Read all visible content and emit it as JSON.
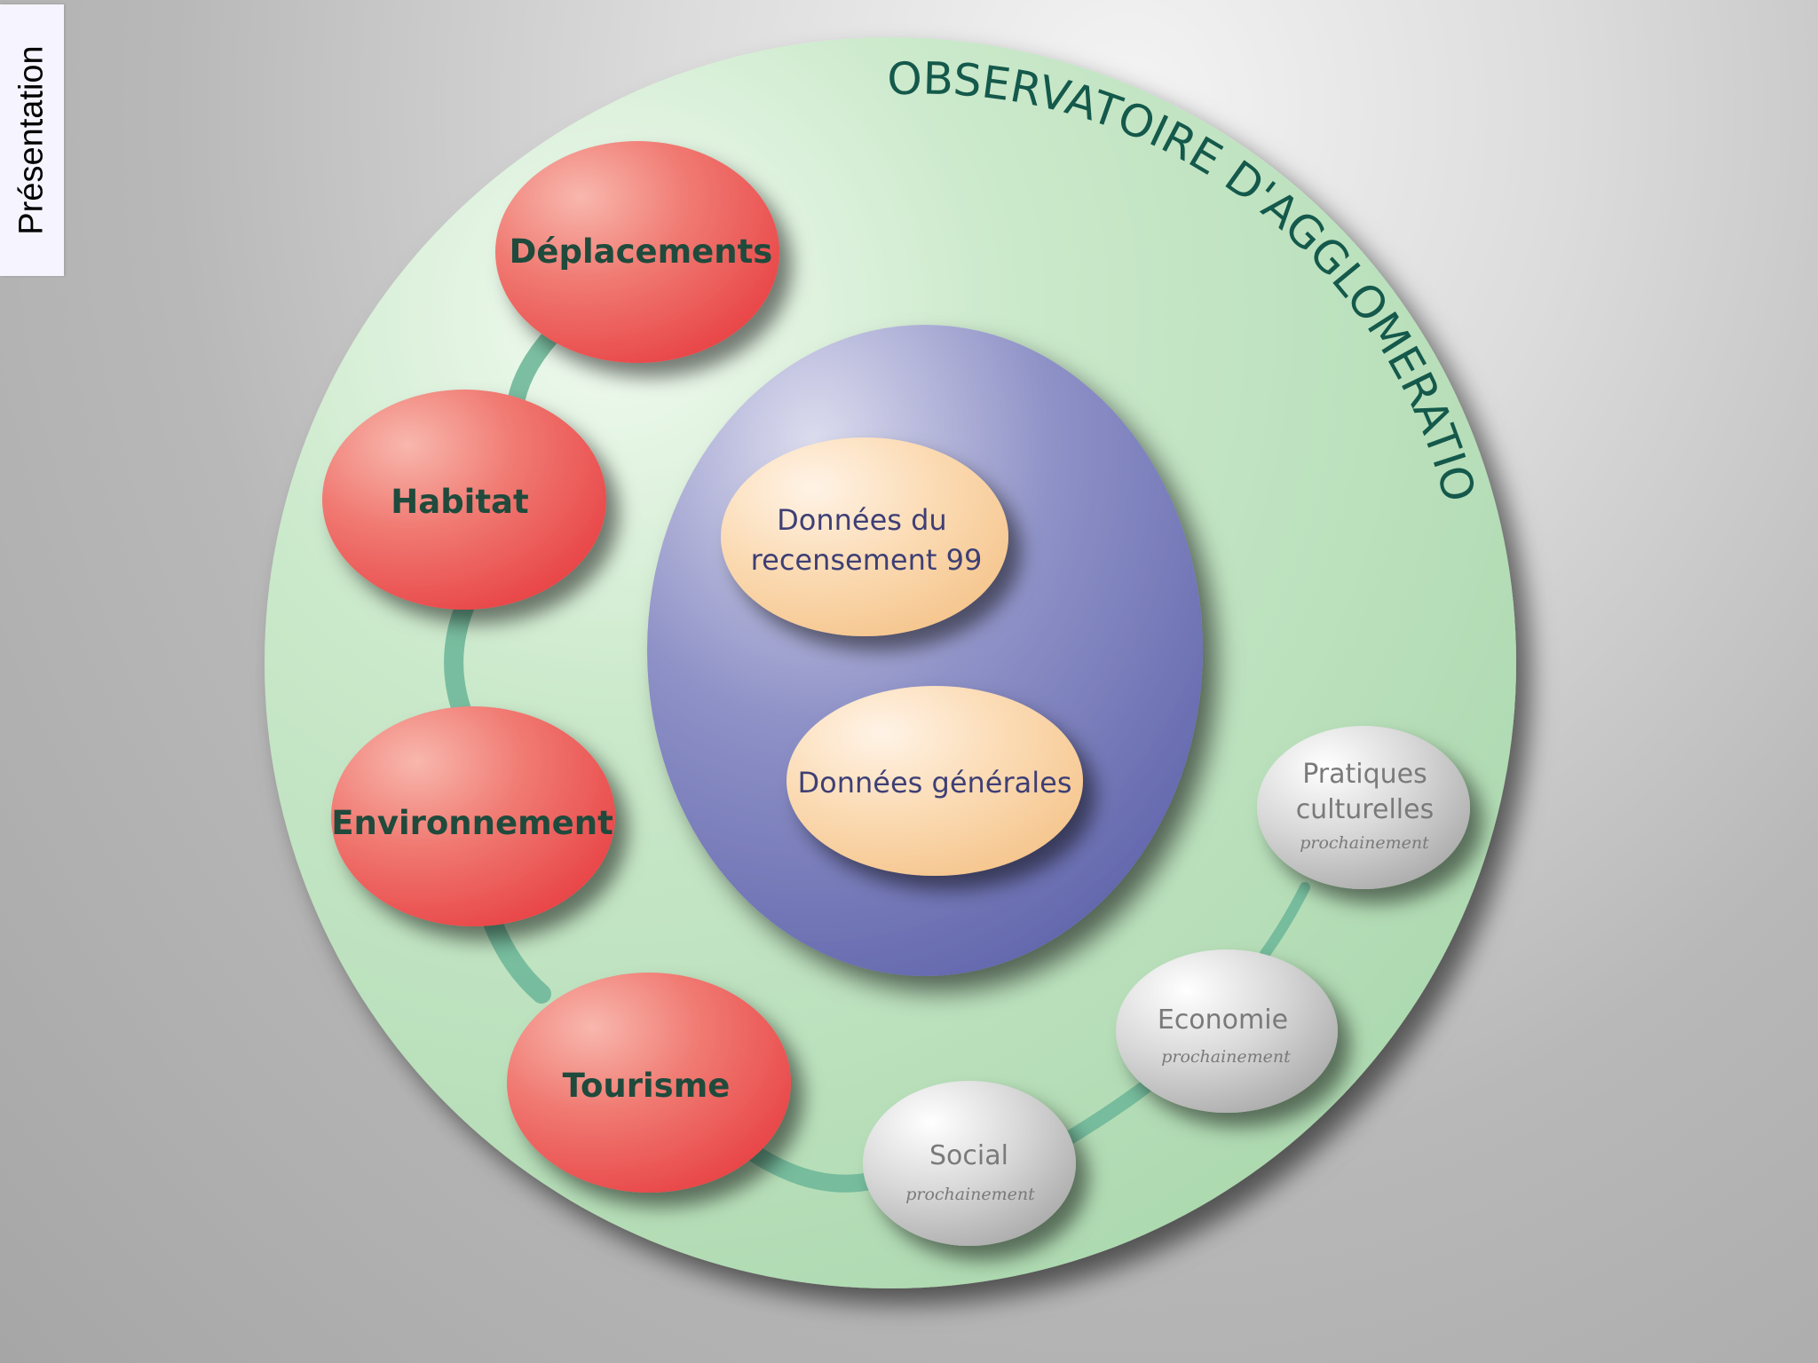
{
  "tab": {
    "label": "Présentation"
  },
  "diagram": {
    "title": "OBSERVATOIRE D'AGGLOMERATION",
    "colors": {
      "outer_circle": "#b9dfbc",
      "red_node": "#ea4b4b",
      "core_ellipse": "#6a6fb0",
      "core_node": "#f7cf9d",
      "grey_node": "#bdbdbd",
      "connector": "#6fb89a",
      "title_text": "#14594b"
    },
    "active_themes": [
      {
        "label": "Déplacements"
      },
      {
        "label": "Habitat"
      },
      {
        "label": "Environnement"
      },
      {
        "label": "Tourisme"
      }
    ],
    "core_nodes": [
      {
        "lines": [
          "Données du",
          "recensement 99"
        ]
      },
      {
        "lines": [
          "Données générales"
        ]
      }
    ],
    "upcoming_themes": [
      {
        "lines": [
          "Pratiques",
          "culturelles"
        ],
        "note": "prochainement"
      },
      {
        "lines": [
          "Economie"
        ],
        "note": "prochainement"
      },
      {
        "lines": [
          "Social"
        ],
        "note": "prochainement"
      }
    ]
  }
}
